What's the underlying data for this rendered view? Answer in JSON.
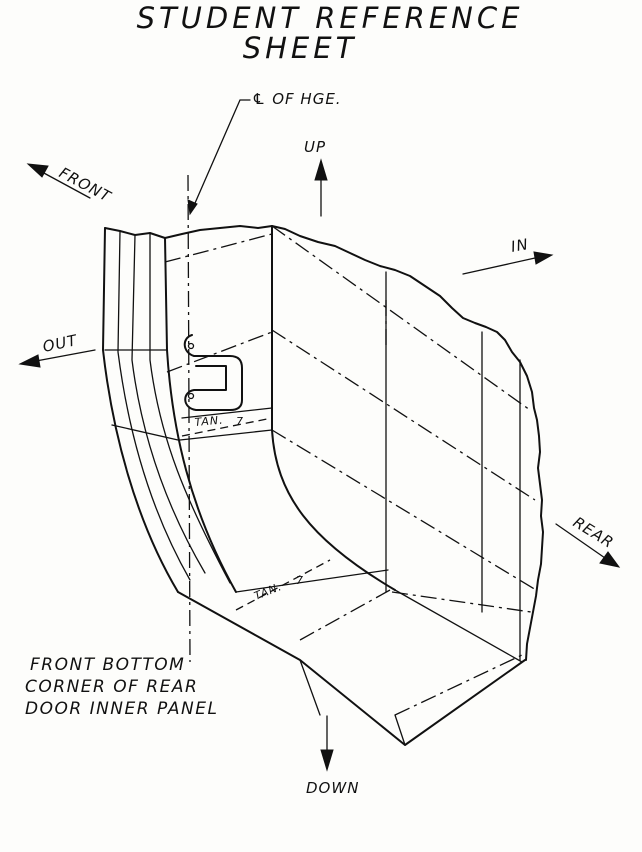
{
  "title": {
    "line1": "STUDENT REFERENCE",
    "line2": "SHEET"
  },
  "labels": {
    "hinge_centerline": "℄ OF HGE.",
    "up": "UP",
    "down": "DOWN",
    "front": "FRONT",
    "rear": "REAR",
    "in": "IN",
    "out": "OUT",
    "tan_upper": "TAN.",
    "tan_lower": "TAN."
  },
  "caption": {
    "line1": "FRONT BOTTOM",
    "line2": "CORNER OF REAR",
    "line3": "DOOR INNER PANEL"
  }
}
